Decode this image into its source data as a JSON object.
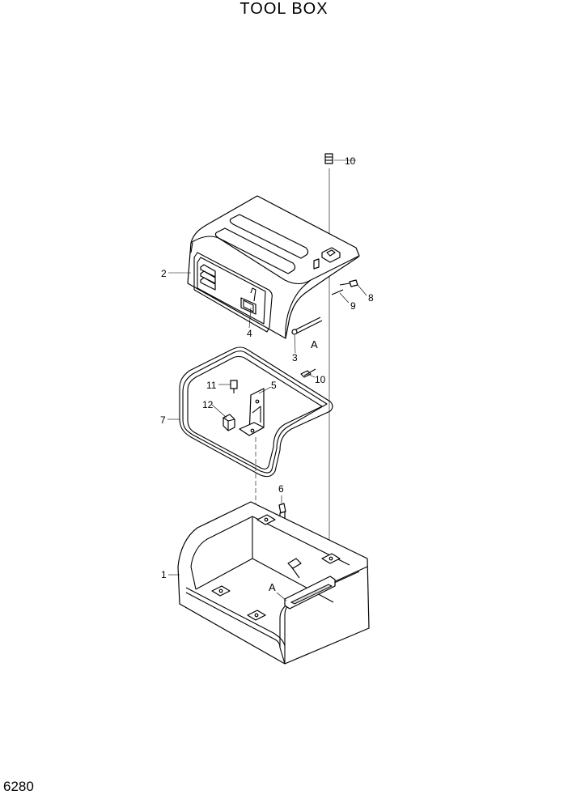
{
  "title": "TOOL BOX",
  "page_number": "6280",
  "callouts": {
    "c1": "1",
    "c2": "2",
    "c3": "3",
    "c4": "4",
    "c5": "5",
    "c6": "6",
    "c7": "7",
    "c8": "8",
    "c9": "9",
    "c10a": "10",
    "c10b": "10",
    "c11": "11",
    "c12": "12",
    "ref_a_top": "A",
    "ref_a_bottom": "A"
  }
}
